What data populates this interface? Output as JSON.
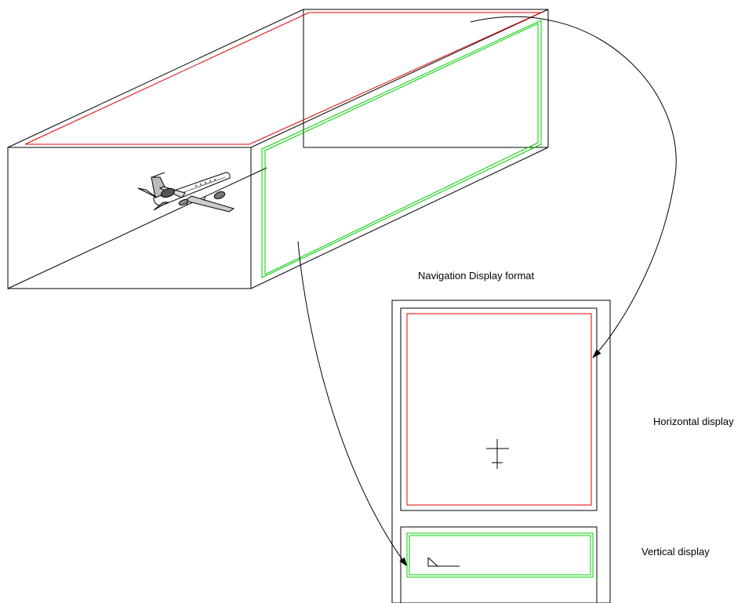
{
  "labels": {
    "format_title": "Navigation Display format",
    "horizontal": "Horizontal display",
    "vertical": "Vertical display"
  },
  "colors": {
    "outline": "#000000",
    "horizontal_plane": "#e00000",
    "vertical_plane": "#00cc00",
    "background": "#ffffff"
  },
  "icons": {
    "aircraft": "airplane-icon",
    "aircraft_symbol_horizontal": "crosshair-icon",
    "aircraft_symbol_vertical": "aircraft-profile-icon"
  }
}
